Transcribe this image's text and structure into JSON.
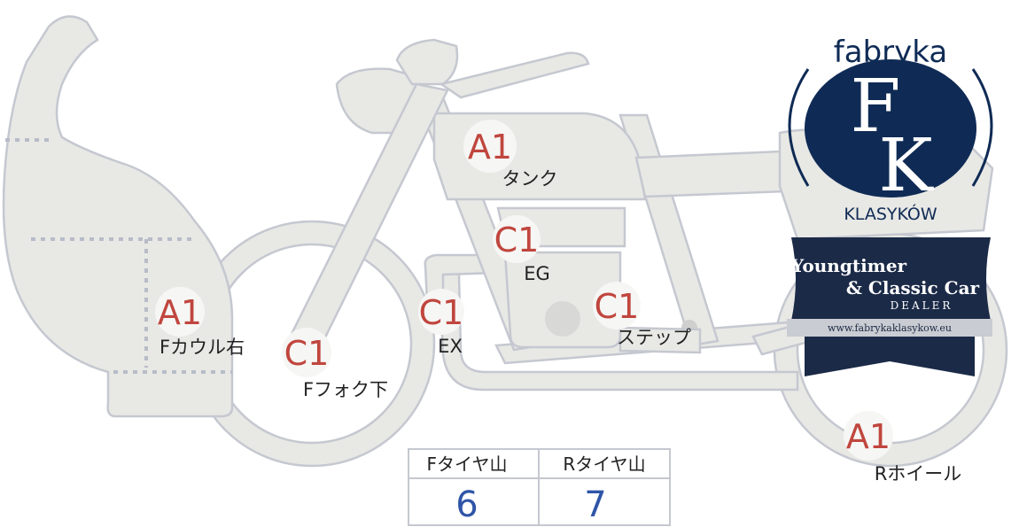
{
  "parts": [
    {
      "id": "tank",
      "grade": "A1",
      "label": "タンク"
    },
    {
      "id": "engine",
      "grade": "C1",
      "label": "EG"
    },
    {
      "id": "step",
      "grade": "C1",
      "label": "ステップ"
    },
    {
      "id": "exhaust",
      "grade": "C1",
      "label": "EX"
    },
    {
      "id": "front-cowl-right",
      "grade": "A1",
      "label": "Fカウル右"
    },
    {
      "id": "front-fork-lower",
      "grade": "C1",
      "label": "Fフォク下"
    },
    {
      "id": "rear-wheel",
      "grade": "A1",
      "label": "Rホイール"
    }
  ],
  "tire_table": {
    "front": {
      "header": "Fタイヤ山",
      "value": "6"
    },
    "rear": {
      "header": "Rタイヤ山",
      "value": "7"
    }
  },
  "logo": {
    "word_top": "fabryka",
    "letter_1": "F",
    "letter_2": "K",
    "word_bottom": "KLASYKÓW",
    "banner_line1": "Youngtimer",
    "banner_line2": "& Classic Car",
    "banner_line3": "DEALER",
    "banner_url": "www.fabrykaklasykow.eu",
    "colors": {
      "navy": "#0f2b55",
      "banner": "#1b2a47",
      "silver": "#c9ccd2"
    }
  },
  "colors": {
    "grade_text": "#c0463e",
    "tire_value": "#2f55a8",
    "bike_fill": "#e8e8e5",
    "bike_outline": "#c5c8d0"
  }
}
